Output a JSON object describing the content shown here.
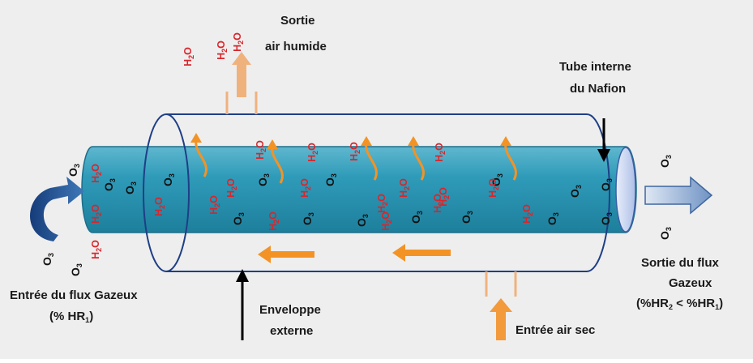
{
  "labels": {
    "sortie_air_humide_1": "Sortie",
    "sortie_air_humide_2": "air humide",
    "tube_interne_1": "Tube interne",
    "tube_interne_2": "du Nafion",
    "enveloppe_1": "Enveloppe",
    "enveloppe_2": "externe",
    "entree_air_sec": "Entrée air sec",
    "entree_flux_1": "Entrée du flux Gazeux",
    "entree_flux_2_pre": "(% HR",
    "entree_flux_2_sub": "1",
    "entree_flux_2_post": ")",
    "sortie_flux_1": "Sortie du flux",
    "sortie_flux_2": "Gazeux",
    "sortie_flux_3_a": "(%HR",
    "sortie_flux_3_sub1": "2",
    "sortie_flux_3_b": " < %HR",
    "sortie_flux_3_sub2": "1",
    "sortie_flux_3_c": ")"
  },
  "molecules": {
    "o3_main": "O",
    "o3_sub": "3",
    "h2o_a": "H",
    "h2o_sub": "2",
    "h2o_b": "O"
  },
  "colors": {
    "background": "#eeeeee",
    "tube": "#2d97b4",
    "tube_end": "#c8d6f0",
    "shell_stroke": "#1e3f86",
    "orange_arrow": "#f39325",
    "tan_arrow": "#f0b27d",
    "h2o_text": "#d8262c",
    "flow_arrow": "#2b5797"
  }
}
